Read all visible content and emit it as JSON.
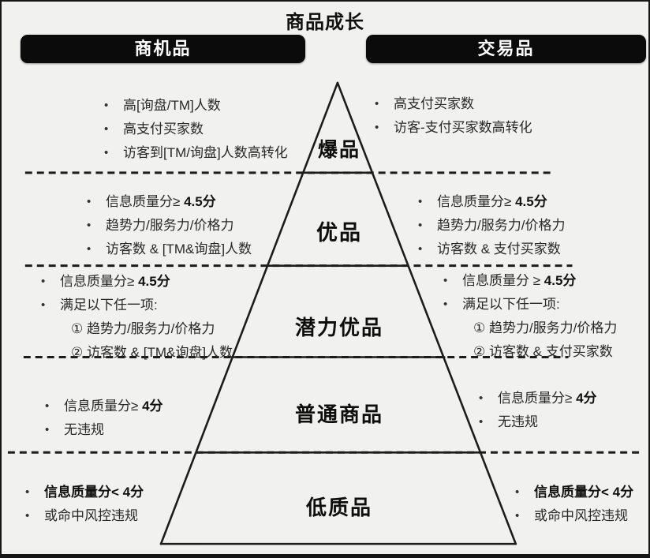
{
  "title": "商品成长",
  "headers": {
    "left": "商机品",
    "right": "交易品"
  },
  "pyramid": {
    "levels": [
      "爆品",
      "优品",
      "潜力优品",
      "普通商品",
      "低质品"
    ]
  },
  "left": {
    "sections": [
      {
        "level": "爆品",
        "items": [
          {
            "text": "高[询盘/TM]人数"
          },
          {
            "text": "高支付买家数"
          },
          {
            "text": "访客到[TM/询盘]人数高转化"
          }
        ]
      },
      {
        "level": "优品",
        "items": [
          {
            "text": "信息质量分≥ ",
            "bold": "4.5分"
          },
          {
            "text": "趋势力/服务力/价格力"
          },
          {
            "text": "访客数 & [TM&询盘]人数"
          }
        ]
      },
      {
        "level": "潜力优品",
        "items": [
          {
            "text": "信息质量分≥ ",
            "bold": "4.5分"
          },
          {
            "text": "满足以下任一项:"
          },
          {
            "text": "① 趋势力/服务力/价格力",
            "indent": true
          },
          {
            "text": "② 访客数 & [TM&询盘]人数",
            "indent": true
          }
        ]
      },
      {
        "level": "普通商品",
        "items": [
          {
            "text": "信息质量分≥ ",
            "bold": "4分"
          },
          {
            "text": "无违规"
          }
        ]
      },
      {
        "level": "低质品",
        "items": [
          {
            "bold": "信息质量分< 4分"
          },
          {
            "text": "或命中风控违规"
          }
        ]
      }
    ]
  },
  "right": {
    "sections": [
      {
        "level": "爆品",
        "items": [
          {
            "text": "高支付买家数"
          },
          {
            "text": "访客-支付买家数高转化"
          }
        ]
      },
      {
        "level": "优品",
        "items": [
          {
            "text": "信息质量分≥ ",
            "bold": "4.5分"
          },
          {
            "text": "趋势力/服务力/价格力"
          },
          {
            "text": "访客数 & 支付买家数"
          }
        ]
      },
      {
        "level": "潜力优品",
        "items": [
          {
            "text": "信息质量分 ≥ ",
            "bold": "4.5分"
          },
          {
            "text": "满足以下任一项:"
          },
          {
            "text": "① 趋势力/服务力/价格力",
            "indent": true
          },
          {
            "text": "② 访客数 & 支付买家数",
            "indent": true
          }
        ]
      },
      {
        "level": "普通商品",
        "items": [
          {
            "text": "信息质量分≥ ",
            "bold": "4分"
          },
          {
            "text": "无违规"
          }
        ]
      },
      {
        "level": "低质品",
        "items": [
          {
            "bold": "信息质量分< 4分"
          },
          {
            "text": "或命中风控违规"
          }
        ]
      }
    ]
  },
  "colors": {
    "background": "#f1f1ef",
    "header_bar": "#0b0b0b",
    "header_text": "#ffffff",
    "line": "#1c1c1c",
    "text": "#282828"
  }
}
